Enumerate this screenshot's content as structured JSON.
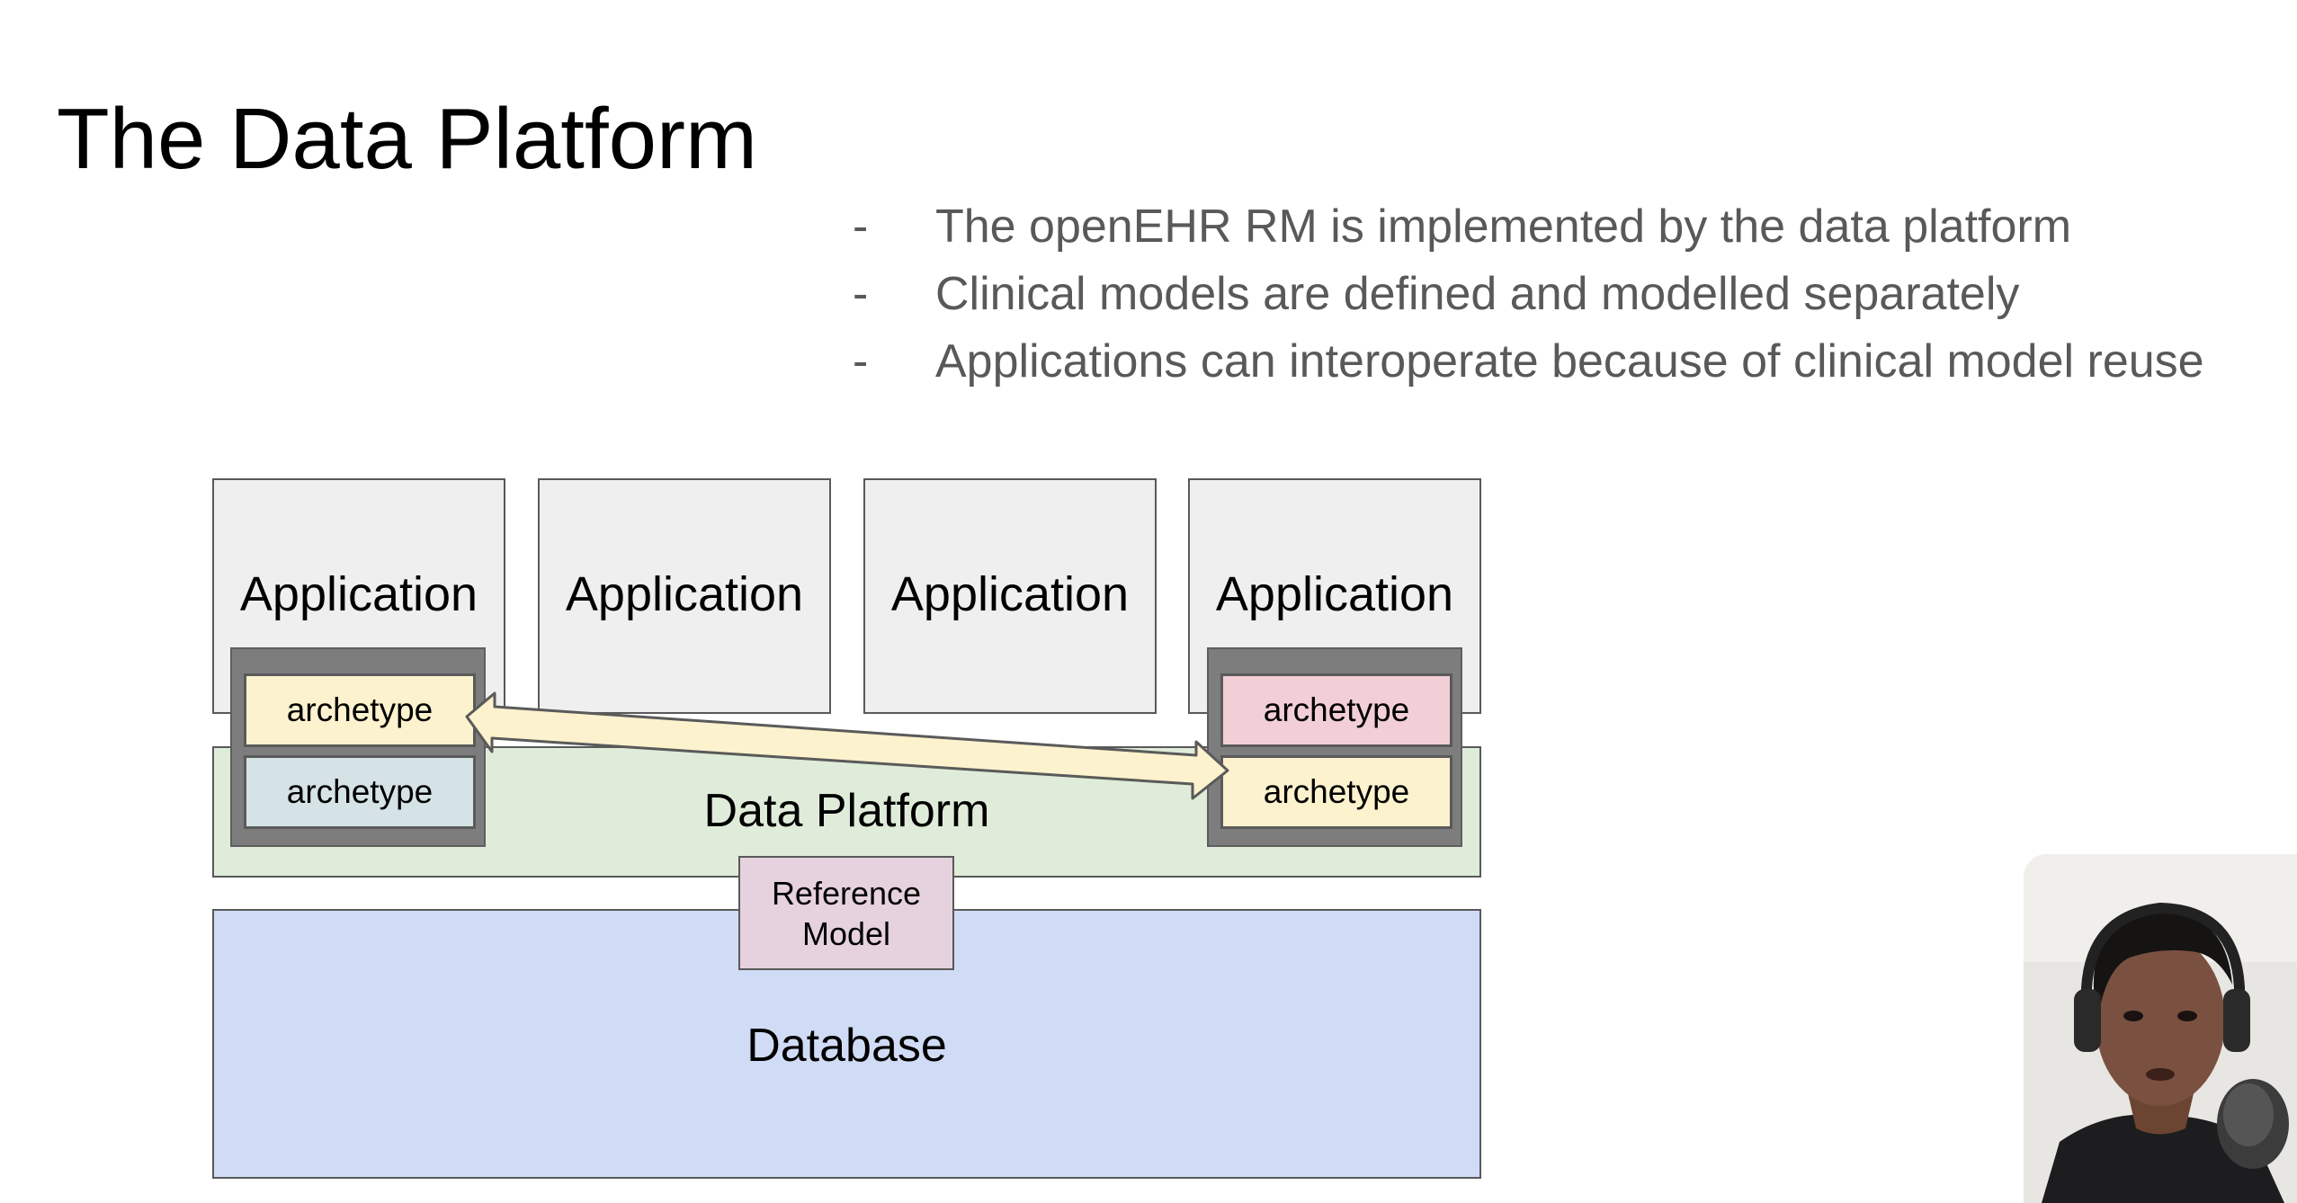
{
  "slide": {
    "title": "The Data Platform",
    "bullets": [
      {
        "dash": "-",
        "text": "The openEHR RM is implemented by the data platform"
      },
      {
        "dash": "-",
        "text": "Clinical models are defined and modelled separately"
      },
      {
        "dash": "-",
        "text": "Applications can interoperate because of clinical model reuse"
      }
    ]
  },
  "diagram": {
    "applications": [
      "Application",
      "Application",
      "Application",
      "Application"
    ],
    "left_archetypes": [
      {
        "label": "archetype",
        "color": "#fcf2ce"
      },
      {
        "label": "archetype",
        "color": "#d6e3e6"
      }
    ],
    "right_archetypes": [
      {
        "label": "archetype",
        "color": "#f2cfd6"
      },
      {
        "label": "archetype",
        "color": "#fcf2ce"
      }
    ],
    "data_platform": "Data Platform",
    "reference_model": [
      "Reference",
      "Model"
    ],
    "database": "Database",
    "arrow": {
      "from": "left-archetype-1",
      "to": "right-archetype-2",
      "color": "#fcf2ce",
      "style": "double-headed"
    }
  },
  "colors": {
    "application": "#efefef",
    "data_platform": "#dfecd9",
    "database": "#d0dcf5",
    "reference_model": "#e6d2de",
    "archetype_group": "#7d7d7d",
    "bullet_text": "#595959"
  },
  "presenter_video": {
    "icon": "presenter-webcam-thumbnail"
  }
}
